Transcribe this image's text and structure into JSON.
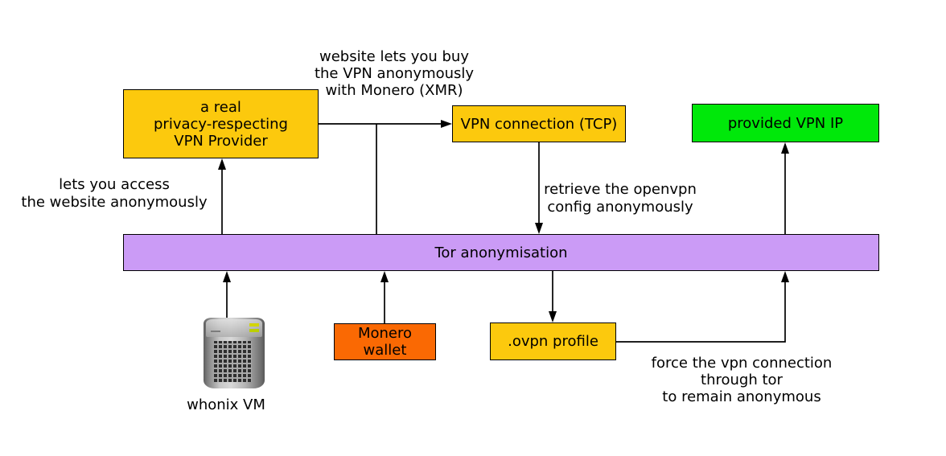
{
  "palette": {
    "gold": "#fcc90d",
    "green": "#00e80a",
    "purple": "#cb9bf6",
    "orange": "#fa6903",
    "line": "#000000",
    "bg": "#ffffff"
  },
  "nodes": {
    "vpn_provider": {
      "label": "a real\nprivacy-respecting\nVPN Provider"
    },
    "vpn_connection": {
      "label": "VPN connection (TCP)"
    },
    "provided_vpn_ip": {
      "label": "provided VPN IP"
    },
    "tor": {
      "label": "Tor anonymisation"
    },
    "monero_wallet": {
      "label": "Monero\nwallet"
    },
    "ovpn_profile": {
      "label": ".ovpn profile"
    },
    "whonix_vm": {
      "label": "whonix VM"
    }
  },
  "annotations": {
    "buy_note": "website lets you buy\nthe VPN anonymously\nwith Monero (XMR)",
    "access_note": "lets you access\nthe website anonymously",
    "retrieve_note": "retrieve the openvpn\nconfig anonymously",
    "force_note": "force the vpn connection\nthrough tor\nto remain anonymous"
  }
}
